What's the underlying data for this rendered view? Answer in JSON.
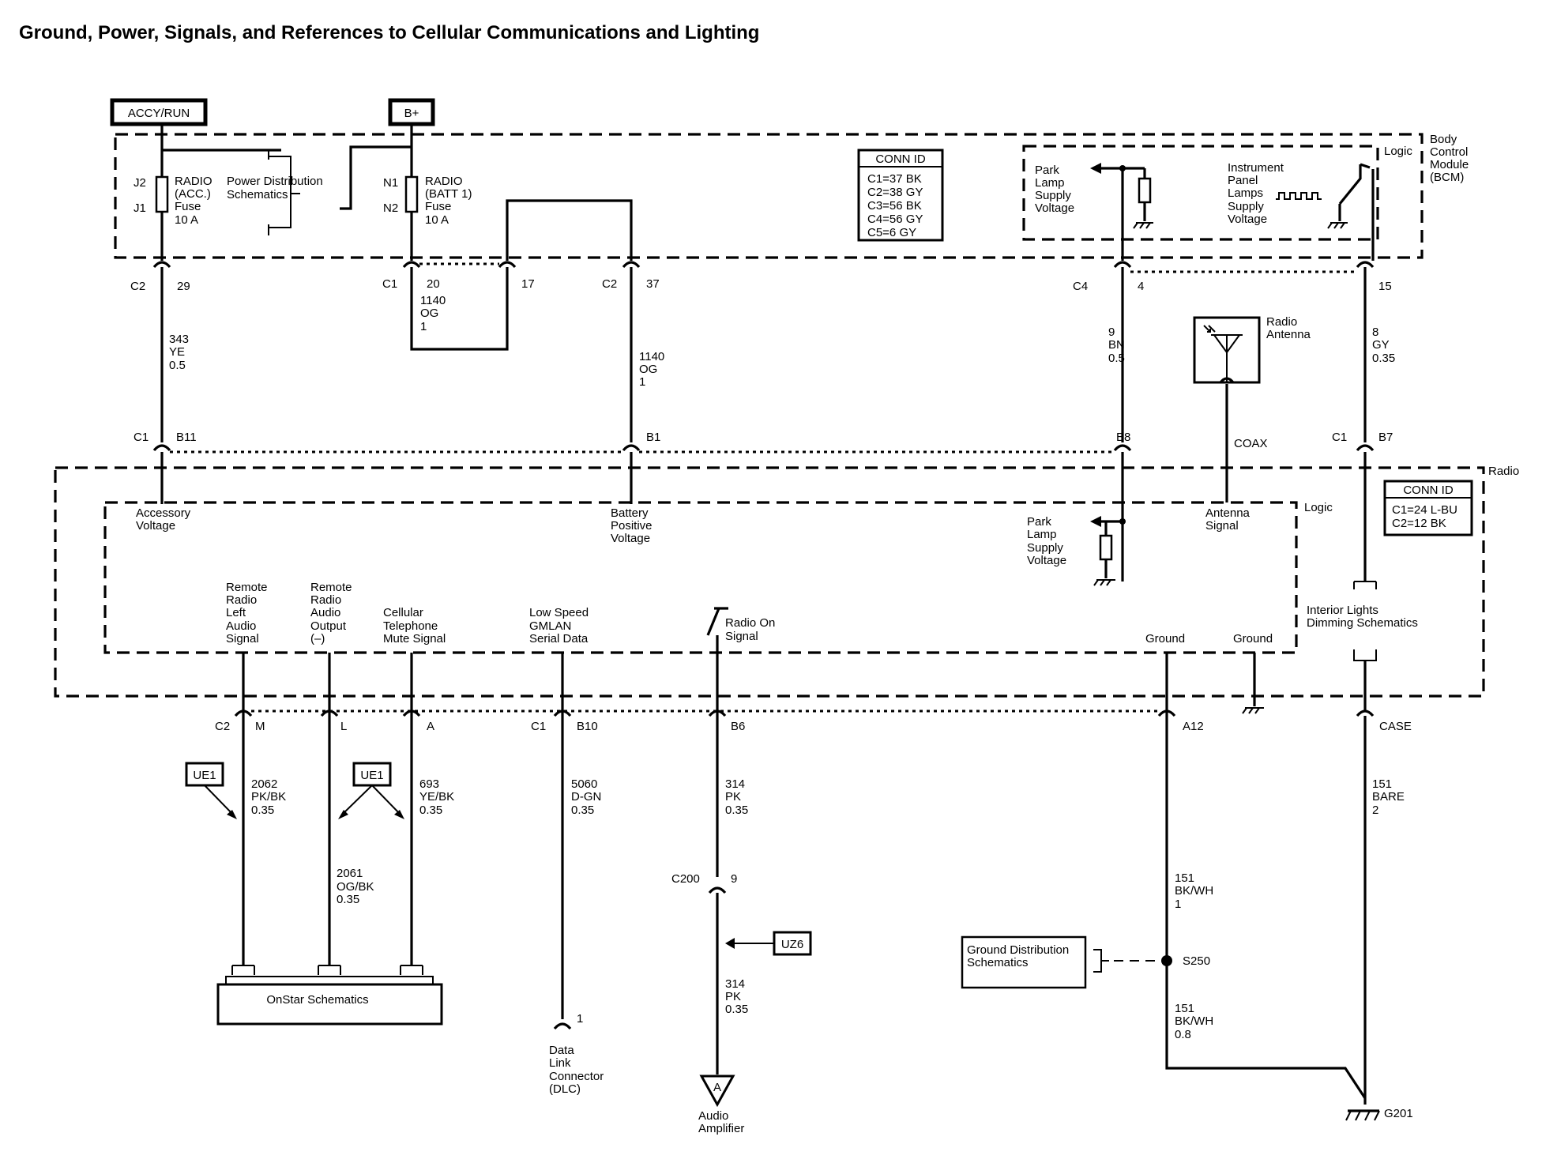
{
  "title": "Ground, Power, Signals, and References to Cellular Communications and Lighting",
  "power_sources": {
    "accy_run": "ACCY/RUN",
    "batt": "B+"
  },
  "bcm": {
    "module_name": [
      "Body",
      "Control",
      "Module",
      "(BCM)"
    ],
    "logic_label": "Logic",
    "conn_id": {
      "title": "CONN ID",
      "rows": [
        "C1=37 BK",
        "C2=38 GY",
        "C3=56 BK",
        "C4=56 GY",
        "C5=6 GY"
      ]
    },
    "fuse_acc": {
      "pin_top": "J2",
      "pin_bottom": "J1",
      "lines": [
        "RADIO",
        "(ACC.)",
        "Fuse",
        "10 A"
      ]
    },
    "fuse_batt": {
      "pin_top": "N1",
      "pin_bottom": "N2",
      "lines": [
        "RADIO",
        "(BATT 1)",
        "Fuse",
        "10 A"
      ]
    },
    "power_distribution": [
      "Power Distribution",
      "Schematics"
    ],
    "park_lamp": [
      "Park",
      "Lamp",
      "Supply",
      "Voltage"
    ],
    "instrument_panel": [
      "Instrument",
      "Panel",
      "Lamps",
      "Supply",
      "Voltage"
    ]
  },
  "radio": {
    "module_name": "Radio",
    "logic_label": "Logic",
    "conn_id": {
      "title": "CONN ID",
      "rows": [
        "C1=24 L-BU",
        "C2=12 BK"
      ]
    },
    "accessory_voltage": [
      "Accessory",
      "Voltage"
    ],
    "battery_positive_voltage": [
      "Battery",
      "Positive",
      "Voltage"
    ],
    "park_lamp": [
      "Park",
      "Lamp",
      "Supply",
      "Voltage"
    ],
    "antenna_signal": [
      "Antenna",
      "Signal"
    ],
    "interior_lights": [
      "Interior Lights",
      "Dimming Schematics"
    ],
    "remote_left_audio": [
      "Remote",
      "Radio",
      "Left",
      "Audio",
      "Signal"
    ],
    "remote_audio_output": [
      "Remote",
      "Radio",
      "Audio",
      "Output",
      "(–)"
    ],
    "cell_mute": [
      "Cellular",
      "Telephone",
      "Mute Signal"
    ],
    "gmlan": [
      "Low Speed",
      "GMLAN",
      "Serial Data"
    ],
    "radio_on": [
      "Radio On",
      "Signal"
    ],
    "ground_a": "Ground",
    "ground_b": "Ground"
  },
  "bcm_connectors": {
    "c2_29": {
      "conn": "C2",
      "pin": "29"
    },
    "c1_20": {
      "conn": "C1",
      "pin": "20"
    },
    "pin_17": "17",
    "c2_37": {
      "conn": "C2",
      "pin": "37"
    },
    "c4_4": {
      "conn": "C4",
      "pin": "4"
    },
    "pin_15": "15"
  },
  "radio_connectors_top": {
    "c1_b11": {
      "conn": "C1",
      "pin": "B11"
    },
    "b1": "B1",
    "b8": "B8",
    "c1_b7": {
      "conn": "C1",
      "pin": "B7"
    }
  },
  "radio_connectors_bottom": {
    "c2_m": {
      "conn": "C2",
      "pin": "M"
    },
    "l": "L",
    "a": "A",
    "c1_b10": {
      "conn": "C1",
      "pin": "B10"
    },
    "b6": "B6",
    "a12": "A12",
    "case": "CASE"
  },
  "wires": {
    "w343": [
      "343",
      "YE",
      "0.5"
    ],
    "w1140a": [
      "1140",
      "OG",
      "1"
    ],
    "w1140b": [
      "1140",
      "OG",
      "1"
    ],
    "w9": [
      "9",
      "BN",
      "0.5"
    ],
    "w8": [
      "8",
      "GY",
      "0.35"
    ],
    "w2062": [
      "2062",
      "PK/BK",
      "0.35"
    ],
    "w2061": [
      "2061",
      "OG/BK",
      "0.35"
    ],
    "w693": [
      "693",
      "YE/BK",
      "0.35"
    ],
    "w5060": [
      "5060",
      "D-GN",
      "0.35"
    ],
    "w314a": [
      "314",
      "PK",
      "0.35"
    ],
    "w314b": [
      "314",
      "PK",
      "0.35"
    ],
    "w151a": [
      "151",
      "BARE",
      "2"
    ],
    "w151b": [
      "151",
      "BK/WH",
      "1"
    ],
    "w151c": [
      "151",
      "BK/WH",
      "0.8"
    ]
  },
  "antenna": {
    "label": [
      "Radio",
      "Antenna"
    ],
    "coax": "COAX"
  },
  "options": {
    "ue1_left": "UE1",
    "ue1_right": "UE1",
    "uz6": "UZ6"
  },
  "onstar": "OnStar Schematics",
  "dlc": {
    "pin": "1",
    "label": [
      "Data",
      "Link",
      "Connector",
      "(DLC)"
    ]
  },
  "c200": {
    "conn": "C200",
    "pin": "9"
  },
  "audio_amp": {
    "symbol": "A",
    "label": [
      "Audio",
      "Amplifier"
    ]
  },
  "ground_dist": [
    "Ground Distribution",
    "Schematics"
  ],
  "splice": "S250",
  "ground_point": "G201"
}
